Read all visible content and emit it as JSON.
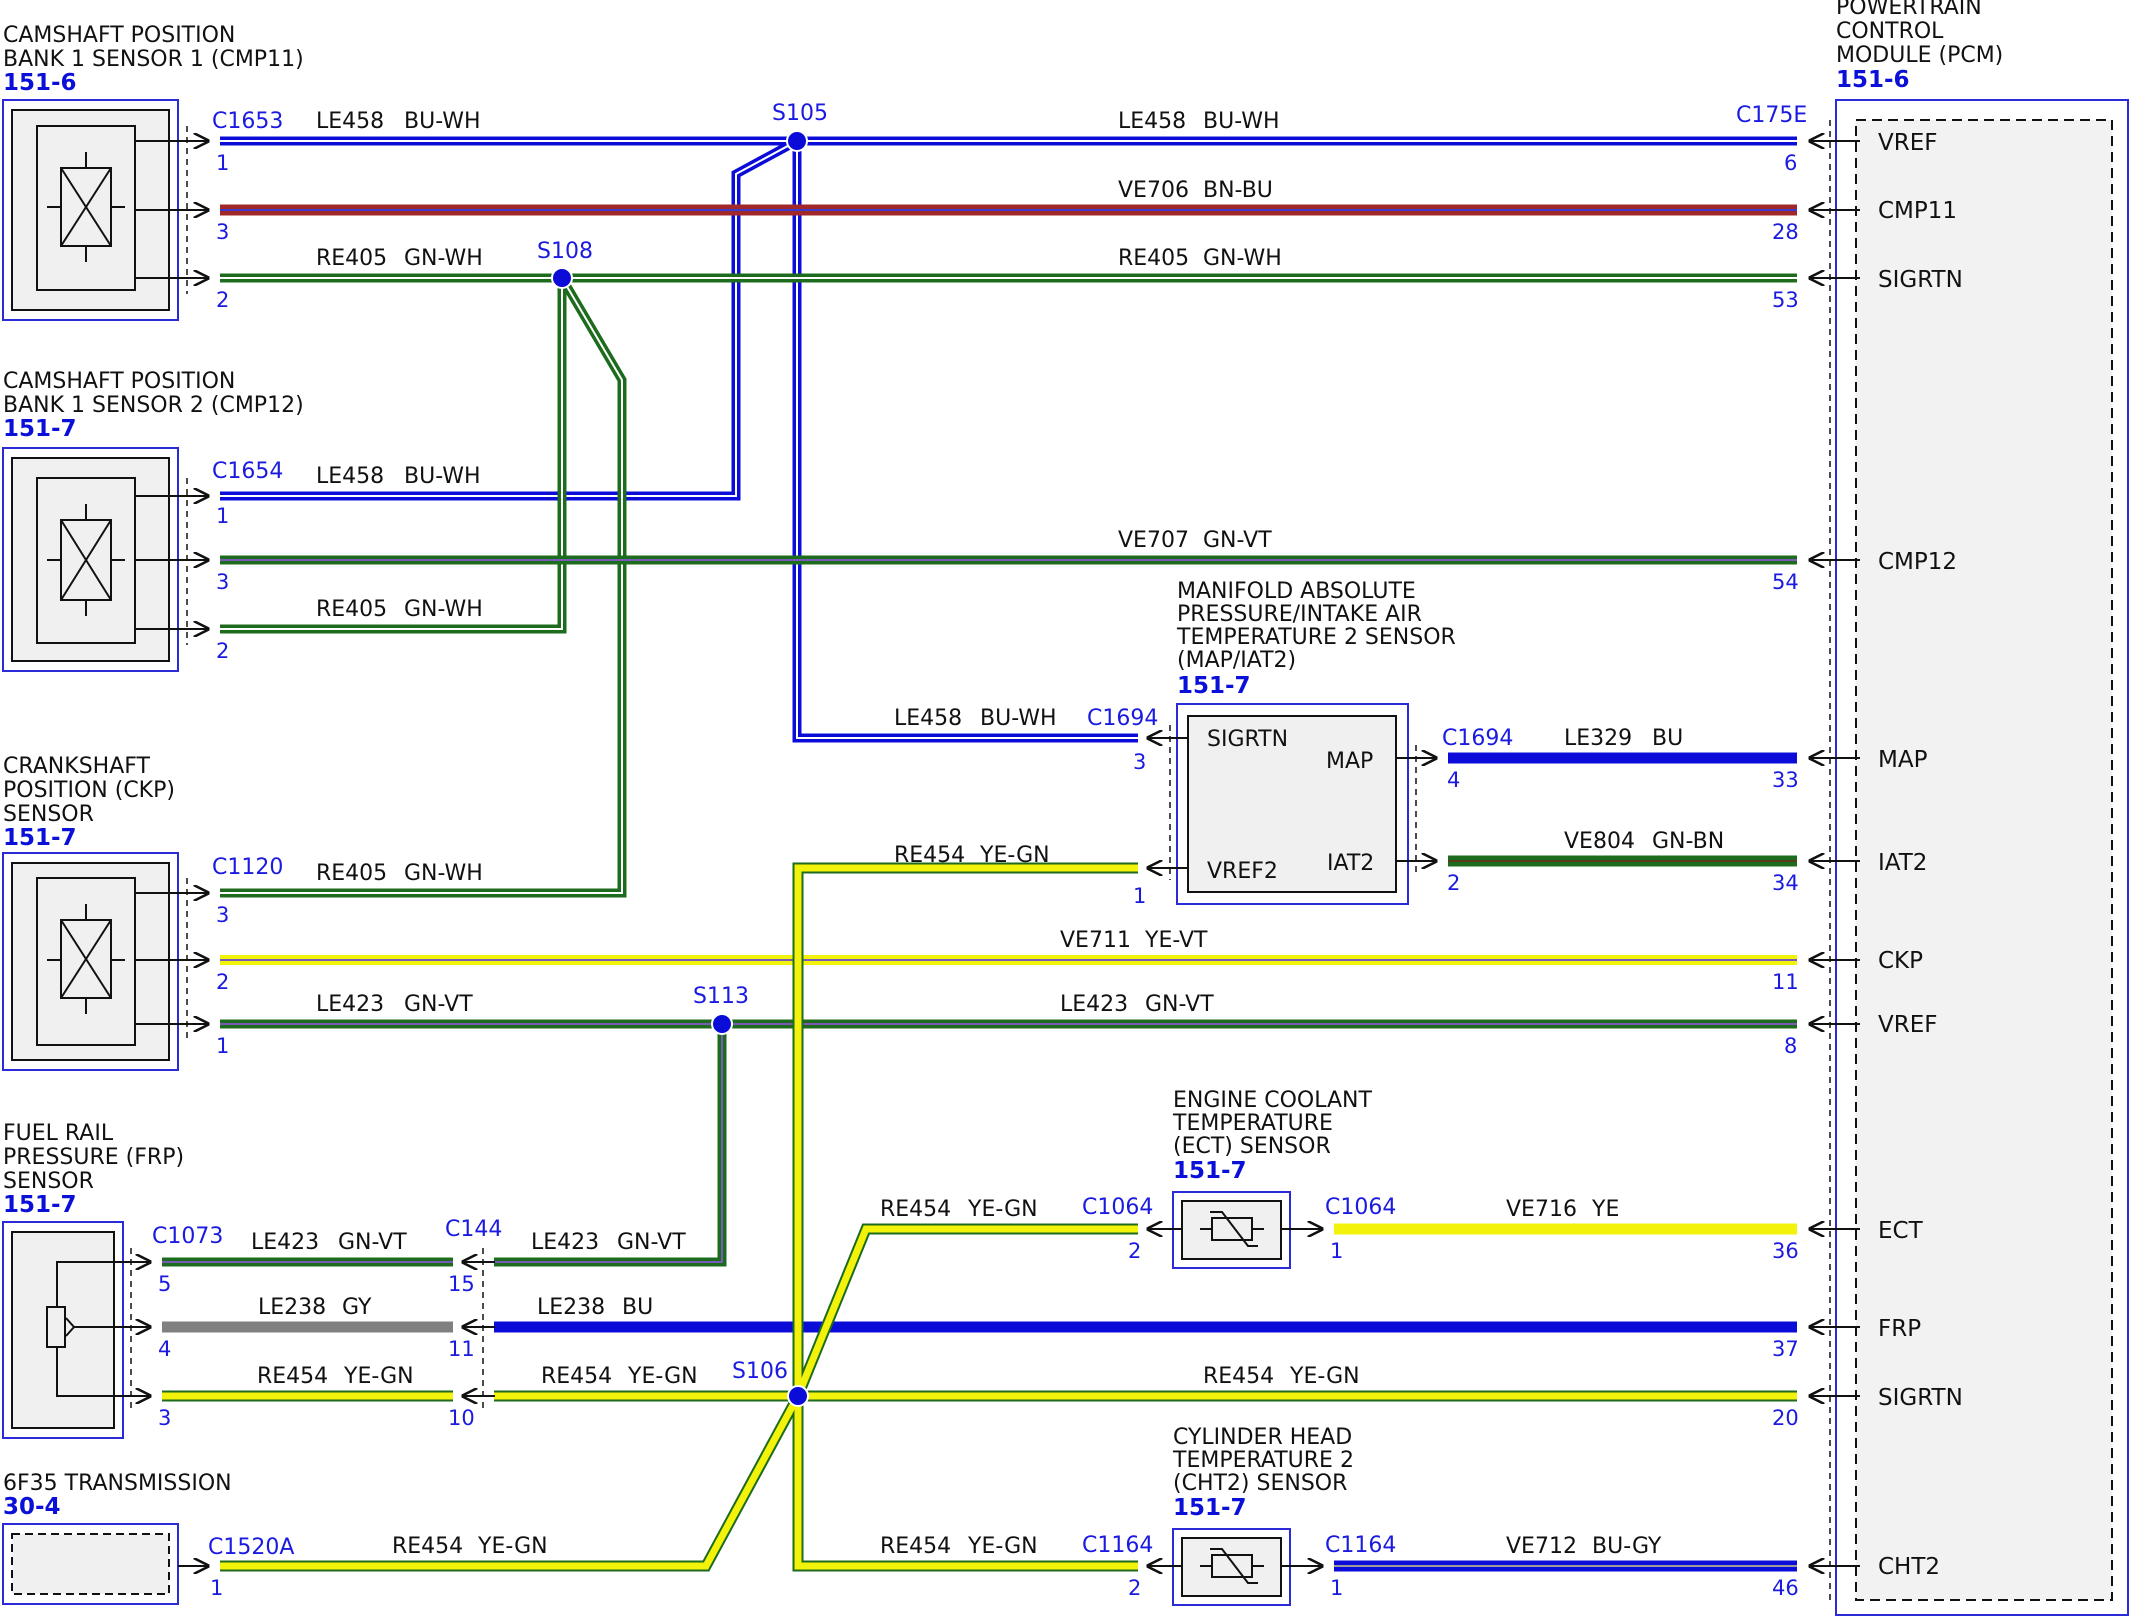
{
  "components": {
    "cmp11": {
      "name_lines": [
        "CAMSHAFT POSITION",
        "BANK 1 SENSOR 1 (CMP11)"
      ],
      "ref": "151-6",
      "connector": "C1653"
    },
    "cmp12": {
      "name_lines": [
        "CAMSHAFT POSITION",
        "BANK 1 SENSOR 2 (CMP12)"
      ],
      "ref": "151-7",
      "connector": "C1654"
    },
    "ckp": {
      "name_lines": [
        "CRANKSHAFT",
        "POSITION (CKP)",
        "SENSOR"
      ],
      "ref": "151-7",
      "connector": "C1120"
    },
    "frp": {
      "name_lines": [
        "FUEL RAIL",
        "PRESSURE (FRP)",
        "SENSOR"
      ],
      "ref": "151-7",
      "connector": "C1073",
      "inline_connector": "C144"
    },
    "trans": {
      "name_lines": [
        "6F35 TRANSMISSION"
      ],
      "ref": "30-4",
      "connector": "C1520A"
    },
    "map": {
      "name_lines": [
        "MANIFOLD ABSOLUTE",
        "PRESSURE/INTAKE AIR",
        "TEMPERATURE 2 SENSOR",
        "(MAP/IAT2)"
      ],
      "ref": "151-7",
      "connector": "C1694",
      "pins": [
        "SIGRTN",
        "MAP",
        "VREF2",
        "IAT2"
      ]
    },
    "ect": {
      "name_lines": [
        "ENGINE COOLANT",
        "TEMPERATURE",
        "(ECT) SENSOR"
      ],
      "ref": "151-7",
      "connector": "C1064"
    },
    "cht2": {
      "name_lines": [
        "CYLINDER HEAD",
        "TEMPERATURE 2",
        "(CHT2) SENSOR"
      ],
      "ref": "151-7",
      "connector": "C1164"
    },
    "pcm": {
      "name_lines": [
        "POWERTRAIN",
        "CONTROL",
        "MODULE (PCM)"
      ],
      "ref": "151-6",
      "connector": "C175E",
      "pins": [
        "VREF",
        "CMP11",
        "SIGRTN",
        "CMP12",
        "MAP",
        "IAT2",
        "CKP",
        "VREF",
        "ECT",
        "FRP",
        "SIGRTN",
        "CHT2"
      ]
    }
  },
  "splices": [
    "S105",
    "S108",
    "S113",
    "S106"
  ],
  "wires": [
    {
      "id": "w1",
      "label": "LE458",
      "color": "BU-WH",
      "from_pin": "1",
      "to_pin": "6",
      "style": "bu-wh"
    },
    {
      "id": "w2",
      "label": "VE706",
      "color": "BN-BU",
      "from_pin": "3",
      "to_pin": "28",
      "style": "bn-bu"
    },
    {
      "id": "w3",
      "label": "RE405",
      "color": "GN-WH",
      "from_pin": "2",
      "to_pin": "53",
      "style": "gn-wh"
    },
    {
      "id": "w4",
      "label": "LE458",
      "color": "BU-WH",
      "from_pin": "1",
      "style": "bu-wh"
    },
    {
      "id": "w5",
      "label": "VE707",
      "color": "GN-VT",
      "from_pin": "3",
      "to_pin": "54",
      "style": "gn-vt"
    },
    {
      "id": "w6",
      "label": "RE405",
      "color": "GN-WH",
      "from_pin": "2",
      "style": "gn-wh"
    },
    {
      "id": "w7",
      "label": "LE458",
      "color": "BU-WH",
      "to_pin": "3",
      "style": "bu-wh"
    },
    {
      "id": "w8",
      "label": "LE329",
      "color": "BU",
      "from_pin": "4",
      "to_pin": "33",
      "style": "bu"
    },
    {
      "id": "w9",
      "label": "RE454",
      "color": "YE-GN",
      "to_pin": "1",
      "style": "ye-gn"
    },
    {
      "id": "w10",
      "label": "VE804",
      "color": "GN-BN",
      "from_pin": "2",
      "to_pin": "34",
      "style": "gn-bn"
    },
    {
      "id": "w11",
      "label": "RE405",
      "color": "GN-WH",
      "from_pin": "3",
      "style": "gn-wh"
    },
    {
      "id": "w12",
      "label": "VE711",
      "color": "YE-VT",
      "from_pin": "2",
      "to_pin": "11",
      "style": "ye-vt"
    },
    {
      "id": "w13",
      "label": "LE423",
      "color": "GN-VT",
      "from_pin": "1",
      "style": "gn-vt"
    },
    {
      "id": "w14",
      "label": "LE423",
      "color": "GN-VT",
      "to_pin": "8",
      "style": "gn-vt"
    },
    {
      "id": "w15",
      "label": "RE454",
      "color": "YE-GN",
      "to_pin": "2",
      "style": "ye-gn"
    },
    {
      "id": "w16",
      "label": "VE716",
      "color": "YE",
      "from_pin": "1",
      "to_pin": "36",
      "style": "ye"
    },
    {
      "id": "w17",
      "label": "LE423",
      "color": "GN-VT",
      "from_pin": "5",
      "to_pin": "15",
      "style": "gn-vt"
    },
    {
      "id": "w18",
      "label": "LE423",
      "color": "GN-VT",
      "style": "gn-vt"
    },
    {
      "id": "w19",
      "label": "LE238",
      "color": "GY",
      "from_pin": "4",
      "to_pin": "11",
      "style": "gy"
    },
    {
      "id": "w20",
      "label": "LE238",
      "color": "BU",
      "to_pin": "37",
      "style": "bu"
    },
    {
      "id": "w21",
      "label": "RE454",
      "color": "YE-GN",
      "from_pin": "3",
      "to_pin": "10",
      "style": "ye-gn"
    },
    {
      "id": "w22",
      "label": "RE454",
      "color": "YE-GN",
      "style": "ye-gn"
    },
    {
      "id": "w23",
      "label": "RE454",
      "color": "YE-GN",
      "to_pin": "20",
      "style": "ye-gn"
    },
    {
      "id": "w24",
      "label": "RE454",
      "color": "YE-GN",
      "from_pin": "1",
      "style": "ye-gn"
    },
    {
      "id": "w25",
      "label": "RE454",
      "color": "YE-GN",
      "to_pin": "2",
      "style": "ye-gn"
    },
    {
      "id": "w26",
      "label": "VE712",
      "color": "BU-GY",
      "from_pin": "1",
      "to_pin": "46",
      "style": "bu-gy"
    }
  ],
  "colors": {
    "blue_text": "#1a1ae0",
    "component_border": "#2a2ad8",
    "bu": "#0c0cd8",
    "gn": "#1d6b1d",
    "ye": "#f2f20a",
    "bn": "#a02828",
    "gy": "#808080",
    "splice": "#0c0cd8"
  }
}
